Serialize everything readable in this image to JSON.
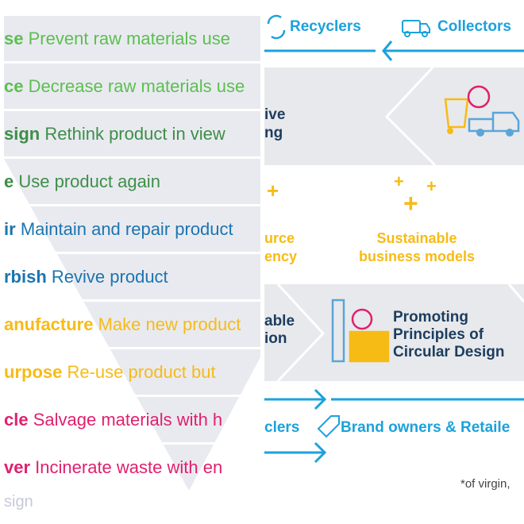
{
  "hierarchy": {
    "rows": [
      {
        "term": "se",
        "desc": "Prevent raw materials use",
        "color": "#5cbf4f"
      },
      {
        "term": "ce",
        "desc": "Decrease raw materials use",
        "color": "#5cbf4f"
      },
      {
        "term": "sign",
        "desc": "Rethink product in view",
        "color": "#3e8e49"
      },
      {
        "term": "e",
        "desc": "Use product again",
        "color": "#3e8e49"
      },
      {
        "term": "ir",
        "desc": "Maintain and repair product",
        "color": "#1b75b0"
      },
      {
        "term": "rbish",
        "desc": "Revive product",
        "color": "#1b75b0"
      },
      {
        "term": "anufacture",
        "desc": "Make new product",
        "color": "#f7bb16"
      },
      {
        "term": "urpose",
        "desc": "Re-use product but",
        "color": "#f7bb16"
      },
      {
        "term": "cle",
        "desc": "Salvage materials with h",
        "color": "#e0206f"
      },
      {
        "term": "ver",
        "desc": "Incinerate waste with en",
        "color": "#e0206f"
      }
    ],
    "footer": "sign"
  },
  "diagram": {
    "top": {
      "recyclers": "Recyclers",
      "collectors": "Collectors"
    },
    "band1_text": [
      "ive",
      "ng"
    ],
    "pillars": {
      "left": [
        "urce",
        "ency"
      ],
      "middle": [
        "Sustainable",
        "business models"
      ]
    },
    "band2_text": [
      "able",
      "ion"
    ],
    "promoting": [
      "Promoting",
      "Principles of",
      "Circular Design"
    ],
    "bottom": {
      "recyclers": "clers",
      "brand": "Brand owners & Retaile"
    },
    "footnote": "*of virgin,"
  }
}
